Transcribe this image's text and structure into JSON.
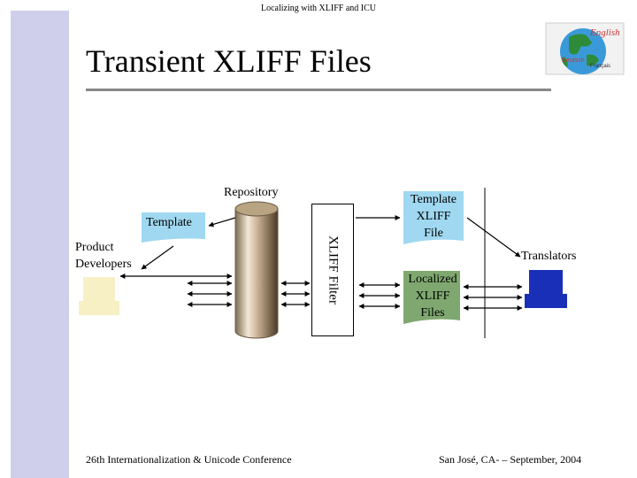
{
  "header": {
    "text": "Localizing with XLIFF and ICU"
  },
  "title": "Transient XLIFF Files",
  "logo": {
    "icon": "globe-logo-icon",
    "words": [
      "English",
      "Deutsch",
      "Français"
    ],
    "colors": {
      "ocean": "#3a9ad9",
      "land": "#2e8b3a",
      "text": "#cc3333"
    }
  },
  "diagram": {
    "repository_label": "Repository",
    "template_label": "Template",
    "product_developers_label": [
      "Product",
      "Developers"
    ],
    "filter_label": "XLIFF Filter",
    "template_xliff_label": [
      "Template",
      "XLIFF",
      "File"
    ],
    "localized_xliff_label": [
      "Localized",
      "XLIFF",
      "Files"
    ],
    "translators_label": "Translators",
    "colors": {
      "template_doc": "#9fd8f0",
      "template_xliff_doc": "#9fd8f0",
      "localized_doc": "#7fa870",
      "developer_terminal": "#f6f0c4",
      "translator_terminal": "#1a2fb8",
      "left_bar": "#cfcfec"
    }
  },
  "footer": {
    "left": "26th Internationalization & Unicode Conference",
    "right": "San José, CA- – September, 2004"
  }
}
